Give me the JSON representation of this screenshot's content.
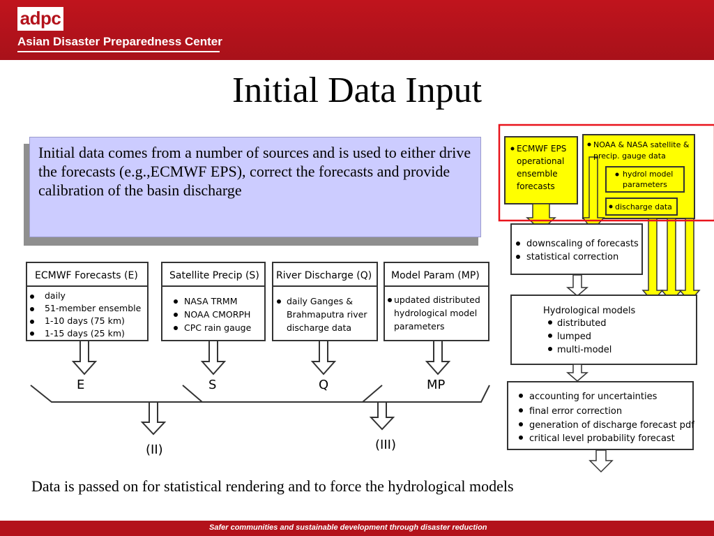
{
  "header": {
    "logo": "adpc",
    "org_name": "Asian Disaster Preparedness Center"
  },
  "page_title": "Initial Data Input",
  "callout": "Initial data comes from a number of sources and is used to either drive the forecasts (e.g.,ECMWF EPS), correct the forecasts and provide calibration of the basin discharge",
  "left_diagram": {
    "boxes": [
      {
        "title": "ECMWF Forecasts (E)",
        "items": [
          "daily",
          "51-member ensemble",
          "1-10 days  (75 km)",
          "1-15 days  (25 km)"
        ],
        "label": "E"
      },
      {
        "title": "Satellite Precip (S)",
        "items": [
          "NASA TRMM",
          "NOAA CMORPH",
          "CPC rain gauge"
        ],
        "label": "S"
      },
      {
        "title": "River Discharge (Q)",
        "items": [
          "daily Ganges &",
          "Brahmaputra river",
          "discharge data"
        ],
        "label": "Q"
      },
      {
        "title": "Model Param (MP)",
        "items": [
          "updated distributed",
          "hydrological model",
          "parameters"
        ],
        "label": "MP"
      }
    ],
    "merge_labels": [
      "(II)",
      "(III)"
    ]
  },
  "right_diagram": {
    "ecmwf_box": [
      "ECMWF EPS",
      "operational",
      "ensemble",
      "forecasts"
    ],
    "noaa_box": [
      "NOAA & NASA satellite &",
      "precip. gauge data"
    ],
    "hydrol_box": [
      "hydrol model",
      "parameters"
    ],
    "discharge_box": "discharge data",
    "downscaling_items": [
      "downscaling of forecasts",
      "statistical correction"
    ],
    "hydrological": {
      "title": "Hydrological models",
      "items": [
        "distributed",
        "lumped",
        "multi-model"
      ]
    },
    "uncertainty_items": [
      "accounting for uncertainties",
      "final error correction",
      "generation of discharge forecast pdf",
      "critical level probability forecast"
    ],
    "colors": {
      "yellow": "#ffff00",
      "highlight": "#e8141c"
    }
  },
  "footer_text": "Data is passed on for statistical rendering and to force the hydrological models",
  "tagline": "Safer communities and sustainable development through disaster reduction"
}
